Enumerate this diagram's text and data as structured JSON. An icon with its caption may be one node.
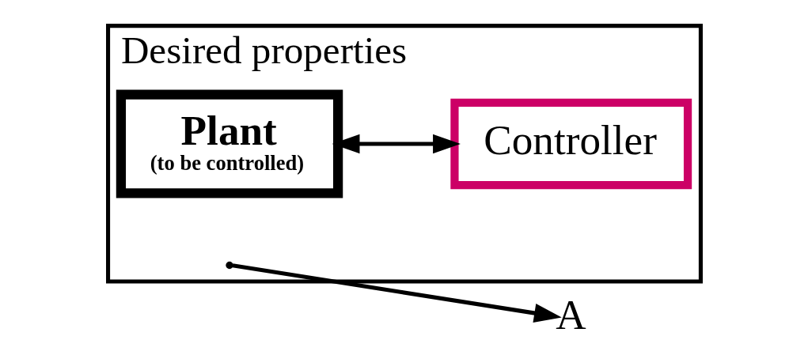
{
  "diagram": {
    "nodes": [
      {
        "text": [
          "Desired properties"
        ]
      },
      {
        "text": [
          "Plant",
          "(to be controlled)"
        ],
        "in": 0
      },
      {
        "text": [
          "Controller"
        ],
        "in": 0
      },
      {
        "text": [
          "A"
        ]
      }
    ],
    "edges": [
      {
        "from": 1,
        "to": 2,
        "arrow": "both"
      },
      {
        "from": null,
        "to": 3,
        "arrow": "to"
      }
    ]
  }
}
